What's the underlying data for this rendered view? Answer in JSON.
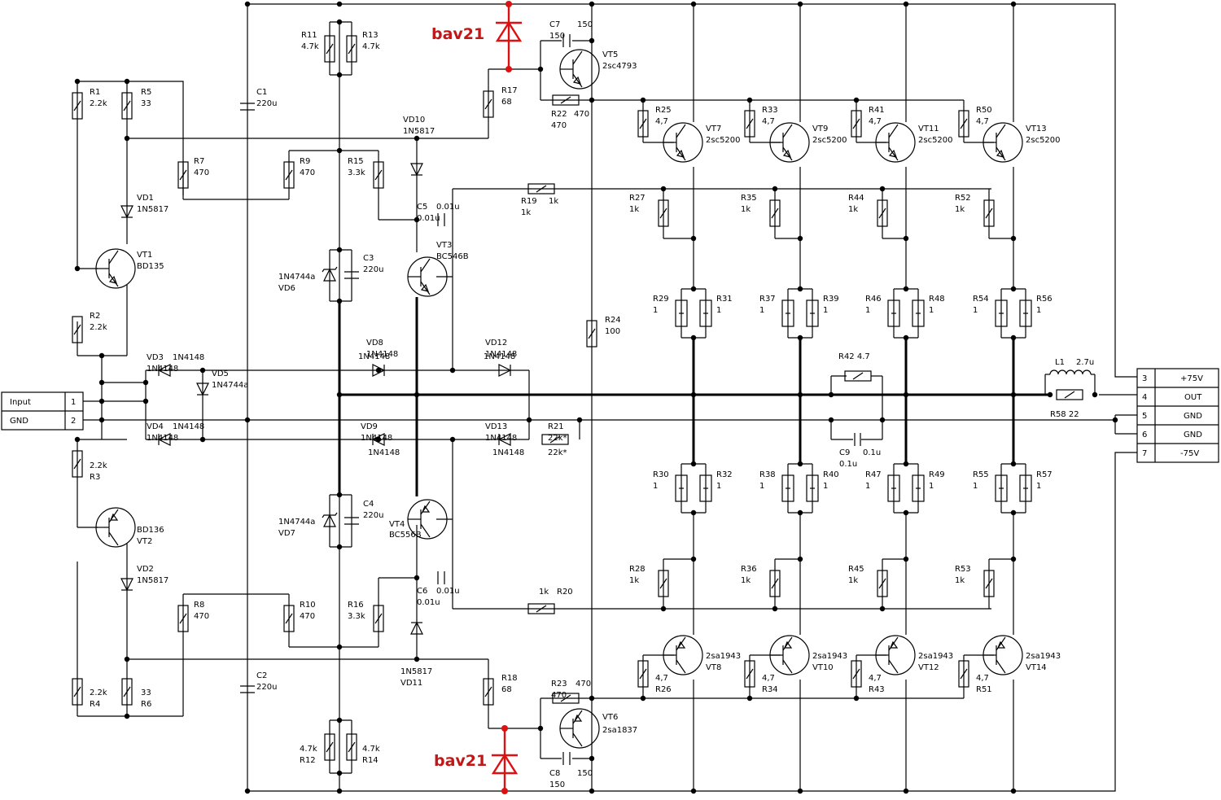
{
  "annotations": [
    "bav21",
    "bav21"
  ],
  "input_connector": [
    {
      "label": "Input",
      "pin": "1"
    },
    {
      "label": "GND",
      "pin": "2"
    }
  ],
  "output_connector": [
    {
      "pin": "3",
      "label": "+75V"
    },
    {
      "pin": "4",
      "label": "OUT"
    },
    {
      "pin": "5",
      "label": "GND"
    },
    {
      "pin": "6",
      "label": "GND"
    },
    {
      "pin": "7",
      "label": "-75V"
    }
  ],
  "components": {
    "R1": [
      "R1",
      "2.2k"
    ],
    "R2": [
      "R2",
      "2.2k"
    ],
    "R3": [
      "2.2k",
      "R3"
    ],
    "R4": [
      "2.2k",
      "R4"
    ],
    "R5": [
      "R5",
      "33"
    ],
    "R6": [
      "33",
      "R6"
    ],
    "R7": [
      "R7",
      "470"
    ],
    "R8": [
      "R8",
      "470"
    ],
    "R9": [
      "R9",
      "470"
    ],
    "R10": [
      "R10",
      "470"
    ],
    "R11": [
      "R11",
      "4.7k"
    ],
    "R12": [
      "4.7k",
      "R12"
    ],
    "R13": [
      "R13",
      "4.7k"
    ],
    "R14": [
      "4.7k",
      "R14"
    ],
    "R15": [
      "R15",
      "3.3k"
    ],
    "R16": [
      "R16",
      "3.3k"
    ],
    "R17": [
      "R17",
      "68"
    ],
    "R18": [
      "R18",
      "68"
    ],
    "R19": [
      "R19",
      "1k"
    ],
    "R20": [
      "1k",
      "R20"
    ],
    "R21": [
      "R21",
      "22k*"
    ],
    "R22": [
      "R22",
      "470"
    ],
    "R23": [
      "R23",
      "470"
    ],
    "R24": [
      "R24",
      "100"
    ],
    "R25": [
      "R25",
      "4,7"
    ],
    "R26": [
      "4,7",
      "R26"
    ],
    "R33": [
      "R33",
      "4,7"
    ],
    "R34": [
      "4,7",
      "R34"
    ],
    "R41": [
      "R41",
      "4,7"
    ],
    "R43": [
      "4,7",
      "R43"
    ],
    "R50": [
      "R50",
      "4,7"
    ],
    "R51": [
      "4,7",
      "R51"
    ],
    "R27": [
      "R27",
      "1k"
    ],
    "R28": [
      "R28",
      "1k"
    ],
    "R35": [
      "R35",
      "1k"
    ],
    "R36": [
      "R36",
      "1k"
    ],
    "R44": [
      "R44",
      "1k"
    ],
    "R45": [
      "R45",
      "1k"
    ],
    "R52": [
      "R52",
      "1k"
    ],
    "R53": [
      "R53",
      "1k"
    ],
    "R29": [
      "R29",
      "1"
    ],
    "R31": [
      "R31",
      "1"
    ],
    "R30": [
      "R30",
      "1"
    ],
    "R32": [
      "R32",
      "1"
    ],
    "R37": [
      "R37",
      "1"
    ],
    "R39": [
      "R39",
      "1"
    ],
    "R38": [
      "R38",
      "1"
    ],
    "R40": [
      "R40",
      "1"
    ],
    "R46": [
      "R46",
      "1"
    ],
    "R48": [
      "R48",
      "1"
    ],
    "R47": [
      "R47",
      "1"
    ],
    "R49": [
      "R49",
      "1"
    ],
    "R54": [
      "R54",
      "1"
    ],
    "R56": [
      "R56",
      "1"
    ],
    "R55": [
      "R55",
      "1"
    ],
    "R57": [
      "R57",
      "1"
    ],
    "R42": [
      "R42 4.7"
    ],
    "R58": [
      "R58  22"
    ],
    "C1": [
      "C1",
      "220u"
    ],
    "C2": [
      "C2",
      "220u"
    ],
    "C3": [
      "C3",
      "220u"
    ],
    "C4": [
      "C4",
      "220u"
    ],
    "C5": [
      "C5",
      "0.01u"
    ],
    "C6": [
      "C6",
      "0.01u"
    ],
    "C7": [
      "C7",
      "150"
    ],
    "C8": [
      "C8",
      "150"
    ],
    "C9": [
      "C9",
      "0.1u"
    ],
    "L1": [
      "L1",
      "2.7u"
    ],
    "VD1": [
      "VD1",
      "1N5817"
    ],
    "VD2": [
      "VD2",
      "1N5817"
    ],
    "VD3": [
      "VD3",
      "1N4148"
    ],
    "VD4": [
      "VD4",
      "1N4148"
    ],
    "VD5": [
      "VD5",
      "1N4744a"
    ],
    "VD6": [
      "1N4744a",
      "VD6"
    ],
    "VD7": [
      "1N4744a",
      "VD7"
    ],
    "VD8": [
      "VD8",
      "1N4148"
    ],
    "VD9": [
      "VD9",
      "1N4148"
    ],
    "VD10": [
      "VD10",
      "1N5817"
    ],
    "VD11": [
      "1N5817",
      "VD11"
    ],
    "VD12": [
      "VD12",
      "1N4148"
    ],
    "VD13": [
      "VD13",
      "1N4148"
    ],
    "VT1": [
      "VT1",
      "BD135"
    ],
    "VT2": [
      "BD136",
      "VT2"
    ],
    "VT3": [
      "VT3",
      "BC546B"
    ],
    "VT4": [
      "BC556B",
      "VT4"
    ],
    "VT5": [
      "VT5",
      "2sc4793"
    ],
    "VT6": [
      "2sa1837",
      "VT6"
    ],
    "VT7": [
      "VT7",
      "2sc5200"
    ],
    "VT9": [
      "VT9",
      "2sc5200"
    ],
    "VT11": [
      "VT11",
      "2sc5200"
    ],
    "VT13": [
      "VT13",
      "2sc5200"
    ],
    "VT8": [
      "2sa1943",
      "VT8"
    ],
    "VT10": [
      "2sa1943",
      "VT10"
    ],
    "VT12": [
      "2sa1943",
      "VT12"
    ],
    "VT14": [
      "2sa1943",
      "VT14"
    ]
  }
}
